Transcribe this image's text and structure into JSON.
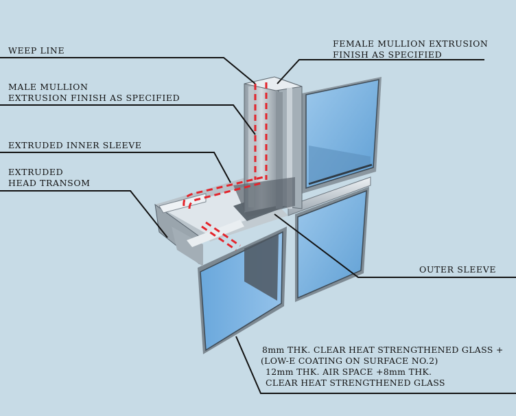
{
  "labels": {
    "weep_line": "WEEP LINE",
    "male_mullion_1": "MALE MULLION",
    "male_mullion_2": "EXTRUSION FINISH AS SPECIFIED",
    "inner_sleeve": "EXTRUDED INNER SLEEVE",
    "head_transom_1": "EXTRUDED",
    "head_transom_2": "HEAD TRANSOM",
    "female_mullion_1": "FEMALE MULLION EXTRUSION",
    "female_mullion_2": "FINISH AS SPECIFIED",
    "outer_sleeve": "OUTER SLEEVE",
    "glass_1": "8mm THK. CLEAR HEAT STRENGTHENED GLASS +",
    "glass_2": "(LOW-E COATING ON SURFACE NO.2)",
    "glass_3": "12mm THK. AIR SPACE +8mm THK.",
    "glass_4": "CLEAR  HEAT STRENGTHENED GLASS"
  },
  "colors": {
    "background": "#c7dbe6",
    "glass": "#7ab0dc",
    "aluminum": "#a9b3bb",
    "weep_line": "#e3242b",
    "leader": "#111111"
  }
}
